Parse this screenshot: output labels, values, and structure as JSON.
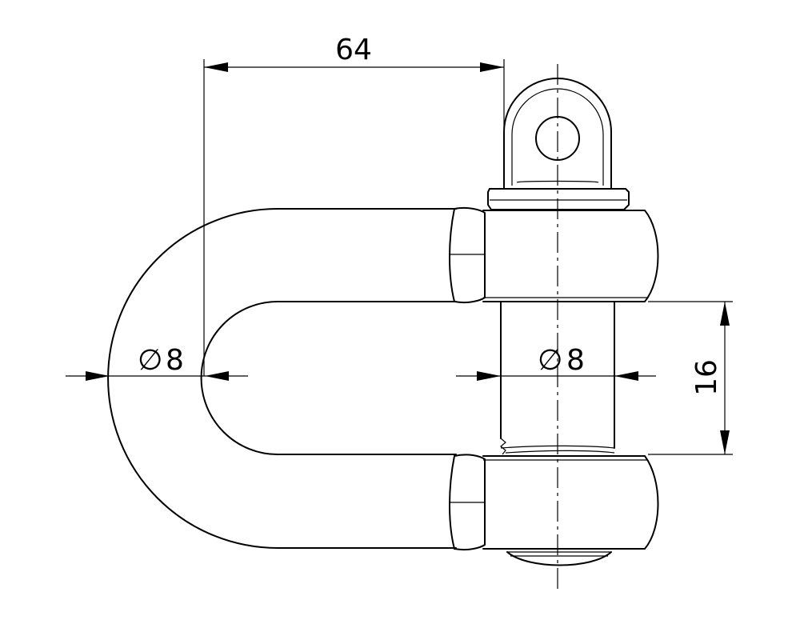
{
  "drawing": {
    "subject": "shackle",
    "dimensions": {
      "width_label": "64",
      "bow_dia_symbol": "∅",
      "bow_dia_value": "8",
      "pin_dia_symbol": "∅",
      "pin_dia_value": "8",
      "opening_label": "16"
    }
  }
}
